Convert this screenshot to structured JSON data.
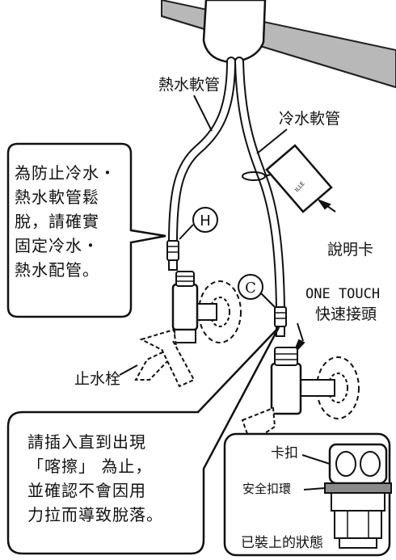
{
  "labels": {
    "hot_hose": "熱水軟管",
    "cold_hose": "冷水軟管",
    "manual": "說明卡",
    "one_touch_line1": "ONE TOUCH",
    "one_touch_line2": "快速接頭",
    "stop_valve": "止水栓",
    "clip": "卡扣",
    "safety_ring": "安全扣環",
    "installed_state": "已裝上的狀態",
    "marker_h": "H",
    "marker_c": "C",
    "card_text": "ILLE"
  },
  "callout_top": {
    "lines": [
      "為防止冷水・",
      "熱水軟管鬆",
      "脫，請確實",
      "固定冷水・",
      "熱水配管。"
    ]
  },
  "callout_bottom": {
    "lines": [
      "請插入直到出現",
      "「喀擦」 為止，",
      "並確認不會因用",
      "力拉而導致脫落。"
    ]
  }
}
